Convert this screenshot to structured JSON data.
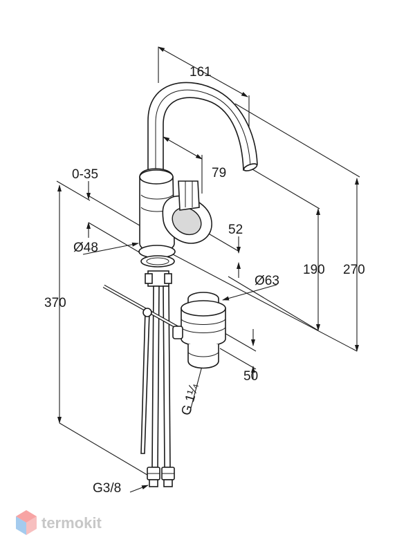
{
  "dimensions": {
    "spout_reach": "161",
    "lever_offset": "79",
    "adjust_range": "0-35",
    "hole_diameter": "Ø48",
    "lever_height": "52",
    "base_diameter": "Ø63",
    "spout_height": "190",
    "total_height": "270",
    "hose_length": "370",
    "waste_depth": "50",
    "waste_thread": "G 1¼",
    "hose_thread": "G3/8"
  },
  "brand": {
    "name": "termokit",
    "colors": {
      "top": "#f05a5a",
      "side": "#5aa0e0"
    }
  }
}
